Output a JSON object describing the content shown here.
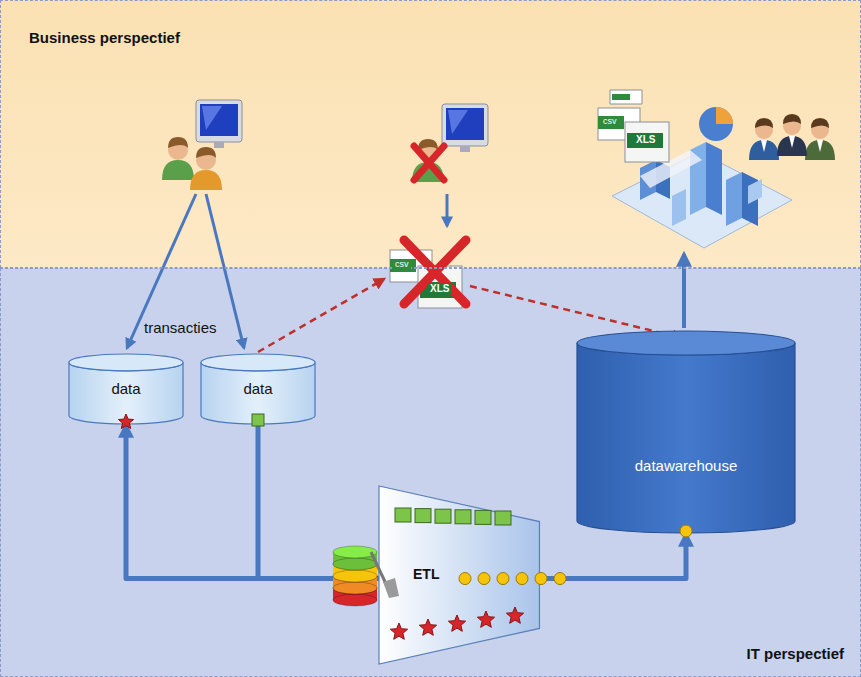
{
  "diagram": {
    "nodes": [
      {
        "text": [
          "Business perspectief"
        ]
      },
      {
        "text": [
          "IT perspectief"
        ]
      },
      {
        "text": [
          "data"
        ],
        "in": 1
      },
      {
        "text": [
          "data"
        ],
        "in": 1
      },
      {
        "text": [
          "ETL"
        ],
        "in": 1
      },
      {
        "text": [
          "datawarehouse"
        ],
        "in": 1
      }
    ],
    "edges": [
      {
        "from": 4,
        "to": 2,
        "arrow": "to"
      },
      {
        "from": 3,
        "to": 4,
        "arrow": "none"
      },
      {
        "from": 4,
        "to": 5,
        "arrow": "to"
      }
    ],
    "labels": [
      "transacties",
      "csv",
      "XLS",
      "csv",
      "XLS"
    ]
  }
}
